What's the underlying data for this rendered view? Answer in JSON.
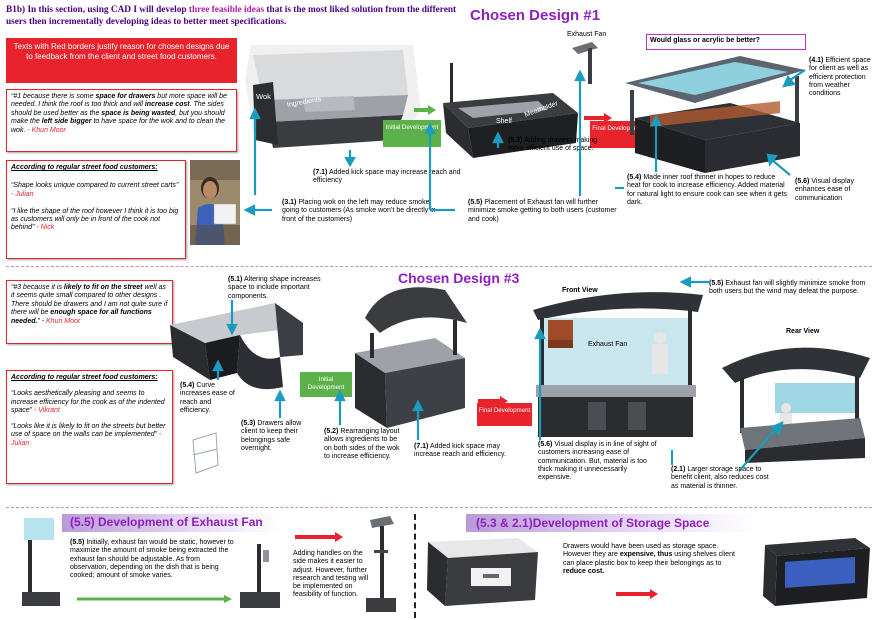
{
  "intro": {
    "prefix": "B1b) In this section, using CAD I will develop ",
    "highlight": "three feasible ideas",
    "rest": " that is the most liked solution from the different users then incrementally  developing ideas to better meet specifications."
  },
  "red_notice": "Texts with Red borders justify reason for chosen designs due to feedback from the client and street food customers.",
  "quote1": {
    "segments": [
      "“#1 because there is some ",
      "space for drawers",
      " but more space will be needed. I think the roof is too thick and will ",
      "increase cost",
      ". The sides should be used better as the ",
      "space is being wasted",
      ", but you should make the ",
      "left side bigger",
      " to have space for the wok and to clean the wok. ",
      " - Khun Moor"
    ]
  },
  "customers1": {
    "heading": "According to regular street food customers:",
    "q1": "“Shape looks unique compared to current street carts”",
    "q1_author": " - Julian",
    "q2": "“I like the shape of the roof however I think it is too big as customers will only be in front of the cook not behind”",
    "q2_author": " - Nick"
  },
  "design1": {
    "title": "Chosen Design #1",
    "exhaust_label": "Exhaust Fan",
    "question": "Would glass or acrylic be better?",
    "labels": {
      "wok": "Wok",
      "ingredients": "Ingredients",
      "shelf": "Shelf",
      "meatholder": "Meatholder"
    },
    "initial": "Initial Development",
    "final": "Final Development",
    "notes": {
      "n41": [
        "(4.1)",
        " Efficient space for client as well as efficient protection from weather conditions"
      ],
      "n53": [
        "(5.3)",
        " Adding drawers making more efficient use of space."
      ],
      "n71": [
        "(7.1)",
        " Added kick space may increase reach and efficiency"
      ],
      "n31": [
        "(3.1)",
        " Placing wok on the left may reduce smoke going to customers (As smoke won’t be directly in front of the customers)"
      ],
      "n55": [
        "(5.5)",
        " Placement of Exhaust fan will further minimize smoke getting to both users (customer and cook)"
      ],
      "n54": [
        "(5.4)",
        " Made inner roof thinner in hopes to reduce heat for cook to increase efficiency. Added material for natural light to ensure cook can see when it gets dark."
      ],
      "n56": [
        "(5.6)",
        " Visual display enhances ease of communication"
      ]
    }
  },
  "design3": {
    "title": "Chosen Design #3",
    "front_view": "Front View",
    "rear_view": "Rear View",
    "exhaust_label": "Exhaust Fan",
    "initial": "Initial Development",
    "final": "Final Development",
    "quote": {
      "segments": [
        "“#3 because it is ",
        "likely to fit on the street",
        " well as it seems quite small compared to other designs . There should be drawers and I am not quite sure if there will be ",
        "enough space for all functions needed.",
        "” - ",
        "Khun Moor"
      ]
    },
    "customers": {
      "heading": "According to regular street food customers:",
      "q1": "“Looks aesthetically pleasing and seems to increase efficiency for the cook as of the indented space”",
      "q1_author": " - Vikrant",
      "q2": "“Looks like it is likely to fit on the streets but better use of space on the walls can be implemented”",
      "q2_author": " - Julian"
    },
    "notes": {
      "n51": [
        "(5.1)",
        " Altering shape increases space to include important components."
      ],
      "n55": [
        "(5.5)",
        " Exhaust fan will slightly minimize smoke from both users but the wind may defeat the purpose."
      ],
      "n54": [
        "(5.4)",
        " Curve increases ease of reach and efficiency."
      ],
      "n53": [
        "(5.3)",
        " Drawers allow client to keep their belongings safe overnight."
      ],
      "n52": [
        "(5.2)",
        " Rearranging layout allows ingredients to be on both sides of the wok to increase efficiency."
      ],
      "n71": [
        "(7.1)",
        " Added kick space may increase reach and efficiency."
      ],
      "n56": [
        "(5.6)",
        " Visual display is in line of sight of customers increasing ease of communication. But, material is too thick making it unnecessarily expensive."
      ],
      "n21": [
        "(2.1)",
        " Larger storage space to benefit client, also reduces cost as material is thinner."
      ]
    }
  },
  "bottom": {
    "exhaust_title": "(5.5) Development of Exhaust Fan",
    "exhaust_text": [
      "(5.5)",
      " Initially, exhaust fan would be static, however to maximize the amount of smoke being extracted the exhaust fan should be adjustable. As from observation, depending on the dish that is being cooked; amount of smoke varies."
    ],
    "handles_text": "Adding handles on the side makes it easier to adjust. However, further research and testing will be implemented on feasibility of function.",
    "storage_title": "(5.3 & 2.1)Development of Storage Space",
    "storage_text": [
      "Drawers would have been used as storage space. However they are ",
      "expensive, thus",
      " using shelves client can place plastic box to keep their belongings as to ",
      "reduce cost."
    ]
  },
  "colors": {
    "accent_purple": "#8e1fbd",
    "red": "#e8232c",
    "green": "#5db14a",
    "teal_arrow": "#1a9bbf"
  }
}
